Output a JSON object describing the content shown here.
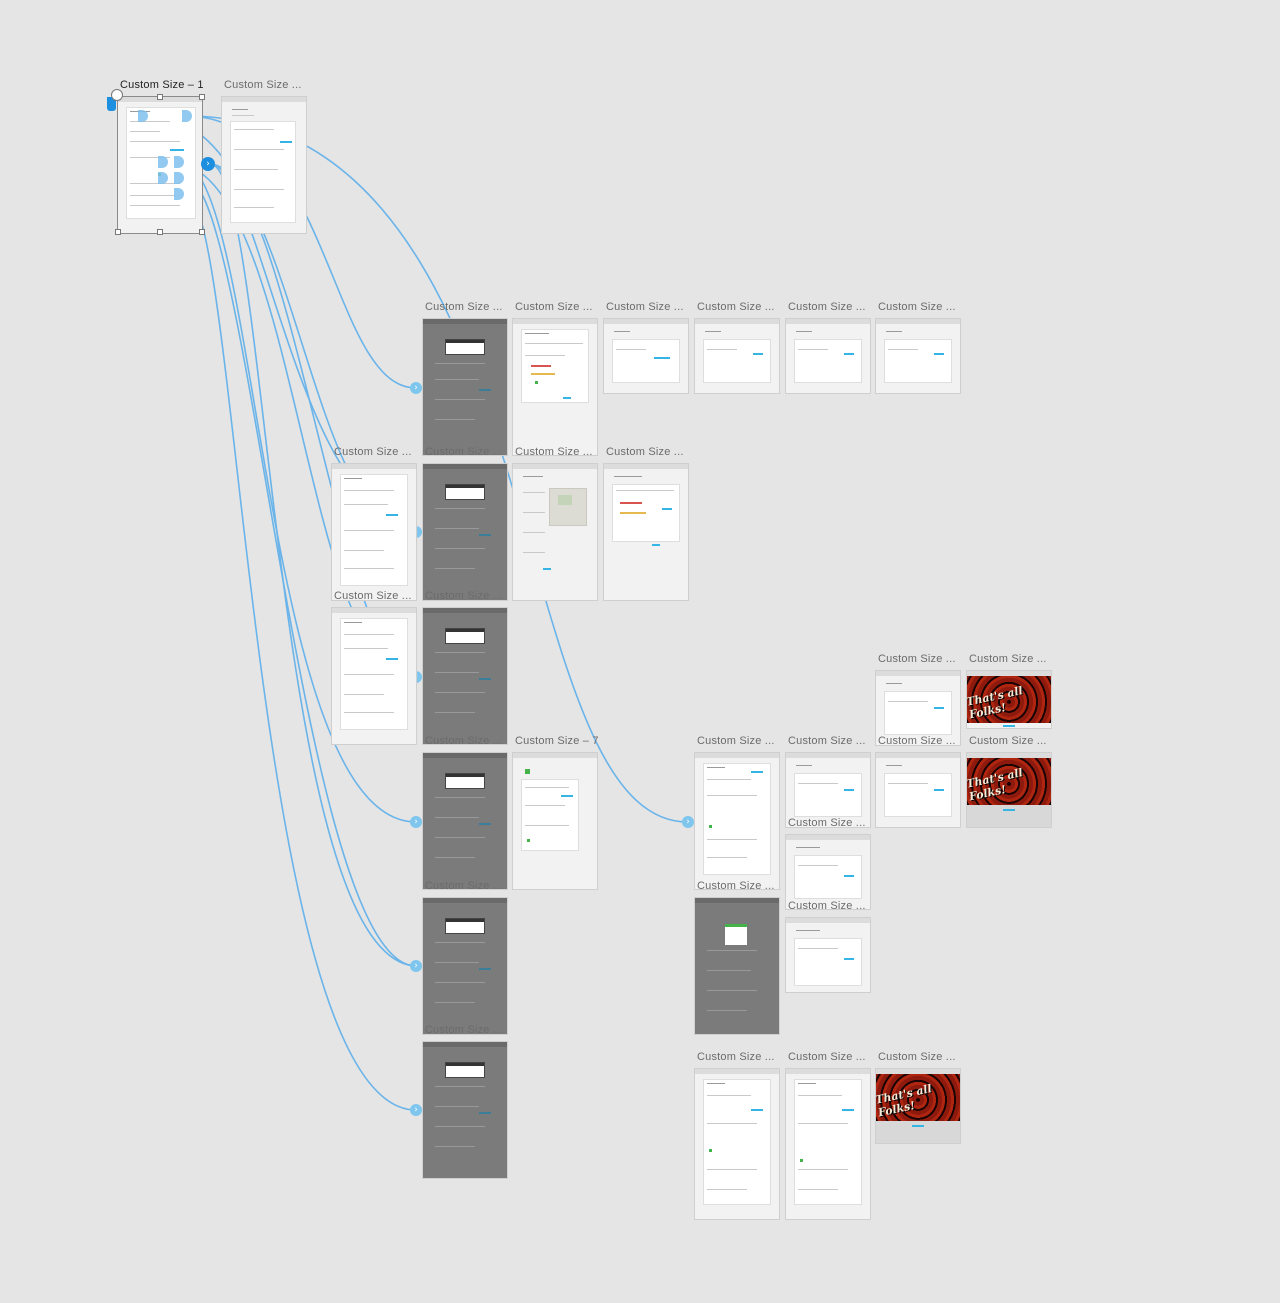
{
  "canvas": {
    "background": "#e5e5e5",
    "wire_color": "#6ab4ea",
    "selected_artboard": "Custom Size – 1"
  },
  "artboards": {
    "a1": {
      "label": "Custom Size – 1"
    },
    "a2": {
      "label": "Custom Size ..."
    },
    "r1c1": {
      "label": "Custom Size ..."
    },
    "r1c2": {
      "label": "Custom Size ..."
    },
    "r1c3": {
      "label": "Custom Size ..."
    },
    "r1c4": {
      "label": "Custom Size ..."
    },
    "r1c5": {
      "label": "Custom Size ..."
    },
    "r1c6": {
      "label": "Custom Size ..."
    },
    "r2c0": {
      "label": "Custom Size ..."
    },
    "r2c1": {
      "label": "Custom Size ..."
    },
    "r2c2": {
      "label": "Custom Size ..."
    },
    "r2c3": {
      "label": "Custom Size ..."
    },
    "r3c0": {
      "label": "Custom Size ..."
    },
    "r3c1": {
      "label": "Custom Size ..."
    },
    "r4c1": {
      "label": "Custom Size ..."
    },
    "r4c2": {
      "label": "Custom Size – 7"
    },
    "r5c1": {
      "label": "Custom Size ..."
    },
    "r6c1": {
      "label": "Custom Size ..."
    },
    "p1": {
      "label": "Custom Size ..."
    },
    "p2": {
      "label": "Custom Size ..."
    },
    "q1": {
      "label": "Custom Size ..."
    },
    "q2": {
      "label": "Custom Size ..."
    },
    "q3": {
      "label": "Custom Size ..."
    },
    "q4": {
      "label": "Custom Size ..."
    },
    "q5": {
      "label": "Custom Size ..."
    },
    "q6": {
      "label": "Custom Size ..."
    },
    "q7": {
      "label": "Custom Size ..."
    },
    "b1": {
      "label": "Custom Size ..."
    },
    "b2": {
      "label": "Custom Size ..."
    },
    "b3": {
      "label": "Custom Size ..."
    }
  },
  "posters": {
    "text": "That's all Folks!"
  },
  "icons": {
    "home": "home-icon",
    "lock": "lock-icon",
    "link_arrow": "›"
  }
}
